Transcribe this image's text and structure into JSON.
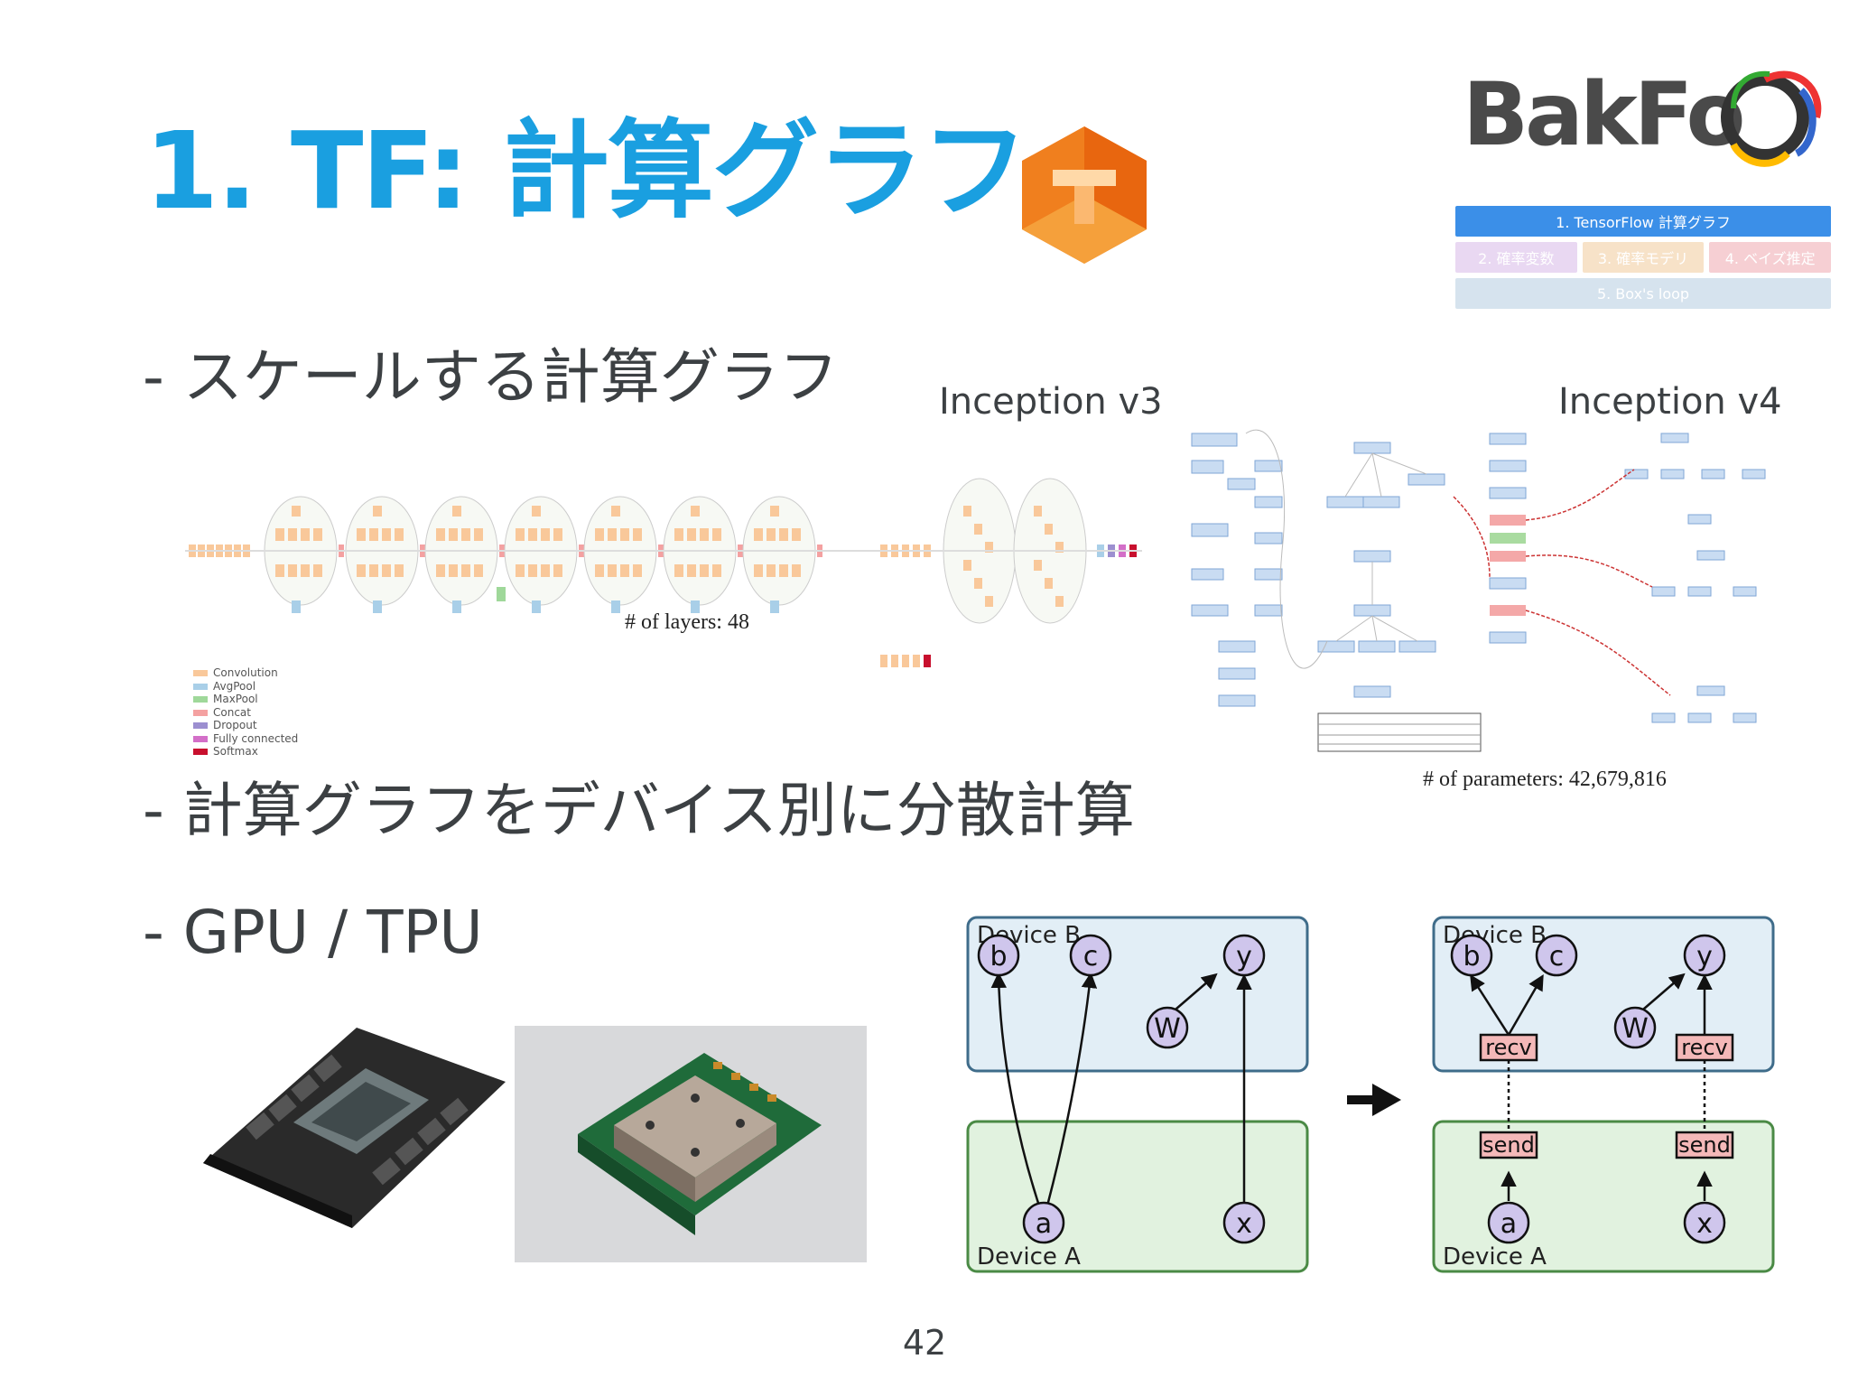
{
  "slide": {
    "title": "1. TF: 計算グラフ",
    "page_number": "42"
  },
  "brand": {
    "logo_text": "BakFoo",
    "accent": "#1a9fe0"
  },
  "nav": {
    "items": [
      {
        "label": "1. TensorFlow 計算グラフ"
      },
      {
        "label": "2. 確率変数"
      },
      {
        "label": "3. 確率モデリ"
      },
      {
        "label": "4. ベイズ推定"
      },
      {
        "label": "5. Box's loop"
      }
    ]
  },
  "bullets": {
    "scaling": "- スケールする計算グラフ",
    "distributed": "- 計算グラフをデバイス別に分散計算",
    "hardware": "- GPU / TPU"
  },
  "inception_v3": {
    "label": "Inception v3",
    "layers_note": "# of layers:  48",
    "legend": [
      "Convolution",
      "AvgPool",
      "MaxPool",
      "Concat",
      "Dropout",
      "Fully connected",
      "Softmax"
    ]
  },
  "inception_v4": {
    "label": "Inception v4",
    "params_note": "# of parameters: 42,679,816"
  },
  "device_diagram": {
    "device_b": "Device B",
    "device_a": "Device A",
    "nodes": {
      "b": "b",
      "c": "c",
      "y": "y",
      "w": "W",
      "a": "a",
      "x": "x"
    },
    "recv": "recv",
    "send": "send"
  }
}
